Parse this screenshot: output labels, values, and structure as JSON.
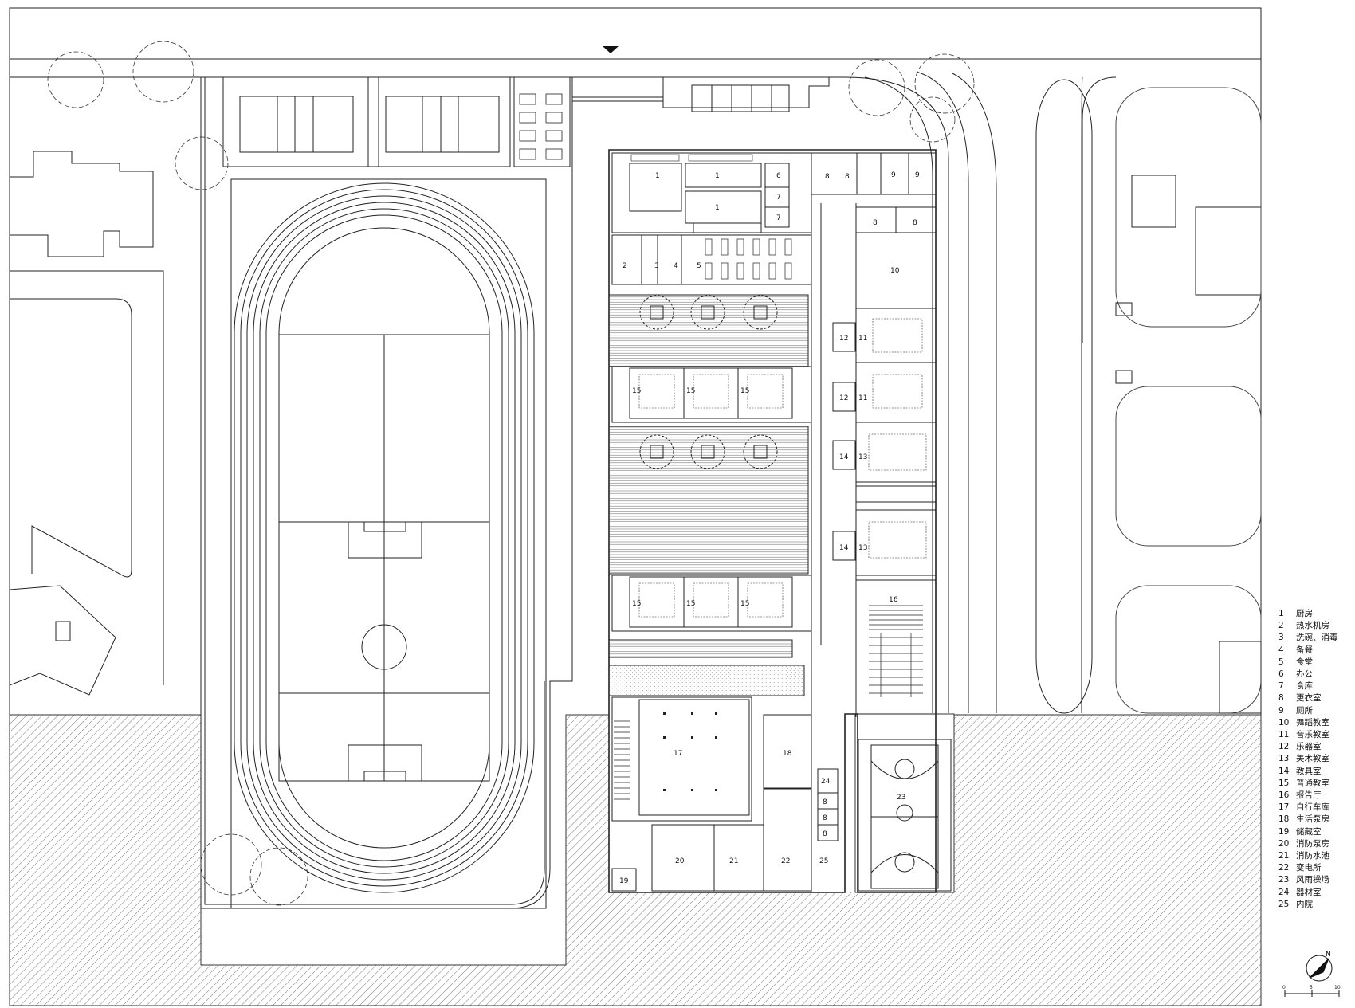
{
  "legend": [
    {
      "num": "1",
      "label": "厨房"
    },
    {
      "num": "2",
      "label": "热水机房"
    },
    {
      "num": "3",
      "label": "洗碗、消毒"
    },
    {
      "num": "4",
      "label": "备餐"
    },
    {
      "num": "5",
      "label": "食堂"
    },
    {
      "num": "6",
      "label": "办公"
    },
    {
      "num": "7",
      "label": "食库"
    },
    {
      "num": "8",
      "label": "更衣室"
    },
    {
      "num": "9",
      "label": "厕所"
    },
    {
      "num": "10",
      "label": "舞蹈教室"
    },
    {
      "num": "11",
      "label": "音乐教室"
    },
    {
      "num": "12",
      "label": "乐器室"
    },
    {
      "num": "13",
      "label": "美术教室"
    },
    {
      "num": "14",
      "label": "教具室"
    },
    {
      "num": "15",
      "label": "普通教室"
    },
    {
      "num": "16",
      "label": "报告厅"
    },
    {
      "num": "17",
      "label": "自行车库"
    },
    {
      "num": "18",
      "label": "生活泵房"
    },
    {
      "num": "19",
      "label": "储藏室"
    },
    {
      "num": "20",
      "label": "消防泵房"
    },
    {
      "num": "21",
      "label": "消防水池"
    },
    {
      "num": "22",
      "label": "变电所"
    },
    {
      "num": "23",
      "label": "风雨操场"
    },
    {
      "num": "24",
      "label": "器材室"
    },
    {
      "num": "25",
      "label": "内院"
    }
  ],
  "room_tags": [
    "1",
    "1",
    "1",
    "6",
    "7",
    "7",
    "8",
    "8",
    "9",
    "9",
    "2",
    "3",
    "4",
    "5",
    "8",
    "8",
    "10",
    "12",
    "11",
    "12",
    "11",
    "14",
    "13",
    "14",
    "13",
    "15",
    "15",
    "15",
    "15",
    "15",
    "15",
    "16",
    "17",
    "18",
    "24",
    "8",
    "8",
    "8",
    "23",
    "20",
    "21",
    "22",
    "25",
    "19"
  ],
  "north_label": "N",
  "scale_labels": [
    "0",
    "5",
    "10"
  ]
}
